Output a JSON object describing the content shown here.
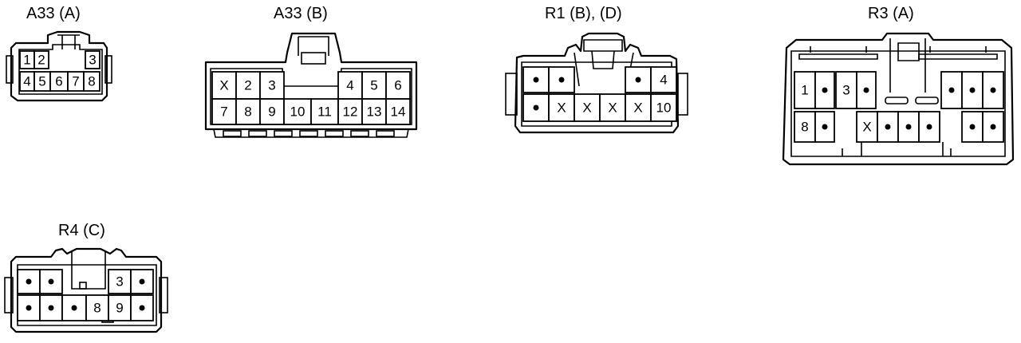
{
  "connectors": [
    {
      "id": "a33a",
      "title": "A33 (A)",
      "rows": [
        [
          "1",
          "2",
          "",
          "",
          "3"
        ],
        [
          "4",
          "5",
          "6",
          "7",
          "8"
        ]
      ]
    },
    {
      "id": "a33b",
      "title": "A33 (B)",
      "rows": [
        [
          "X",
          "2",
          "3",
          "",
          "",
          "4",
          "5",
          "6"
        ],
        [
          "7",
          "8",
          "9",
          "10",
          "11",
          "12",
          "13",
          "14"
        ]
      ]
    },
    {
      "id": "r1",
      "title": "R1 (B), (D)",
      "rows": [
        [
          "•",
          "•",
          "",
          "",
          "",
          "•",
          "4"
        ],
        [
          "•",
          "X",
          "X",
          "X",
          "X",
          "10"
        ]
      ]
    },
    {
      "id": "r3",
      "title": "R3 (A)",
      "rows": [
        [
          "1",
          "•",
          "3",
          "•",
          "",
          "",
          "",
          "•",
          "•",
          "•"
        ],
        [
          "8",
          "•",
          "",
          "X",
          "•",
          "•",
          "•",
          "",
          "•",
          "•"
        ]
      ]
    },
    {
      "id": "r4",
      "title": "R4 (C)",
      "rows": [
        [
          "•",
          "•",
          "",
          "",
          "3",
          "•"
        ],
        [
          "•",
          "•",
          "•",
          "8",
          "9",
          "•"
        ]
      ]
    }
  ]
}
